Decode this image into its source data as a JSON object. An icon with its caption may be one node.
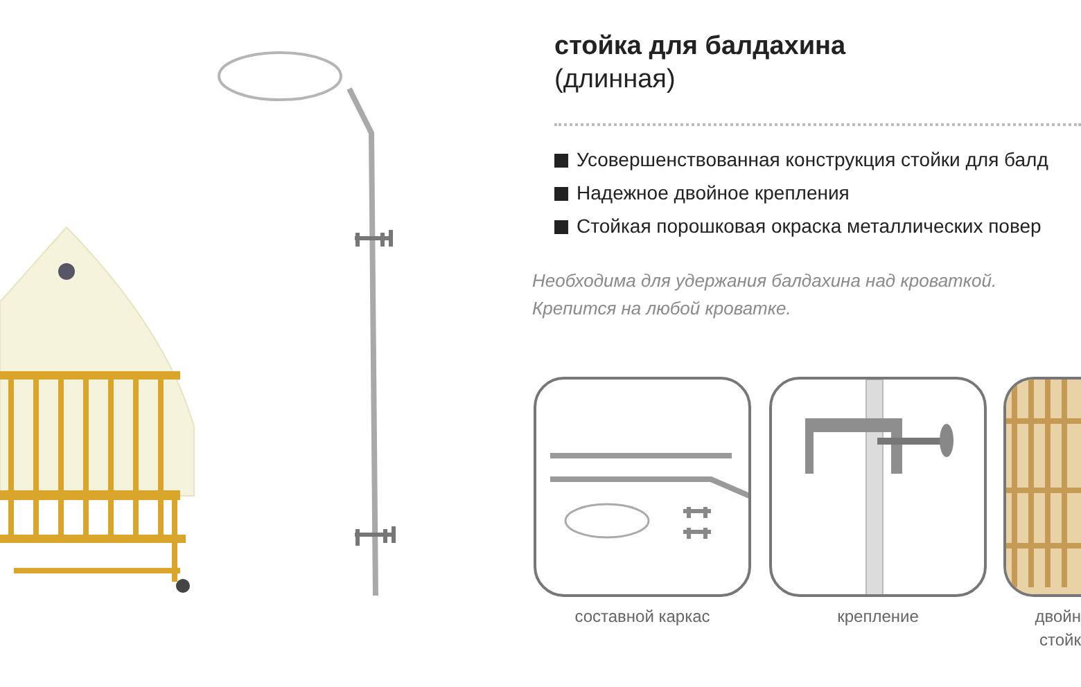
{
  "diagram": {
    "title": "стойка для балдахина",
    "nodes": [
      {
        "text": [
          "составной каркас"
        ]
      },
      {
        "text": [
          "крепление"
        ]
      },
      {
        "text": [
          "двойн",
          "стойк"
        ]
      }
    ],
    "labels": [
      "(длинная)",
      "Усовершенствованная конструкция стойки для балд",
      "Надежное двойное крепления",
      "Стойкая порошковая окраска металлических повер",
      "Необходима для удержания балдахина над кроваткой.",
      "Крепится на любой кроватке."
    ]
  }
}
